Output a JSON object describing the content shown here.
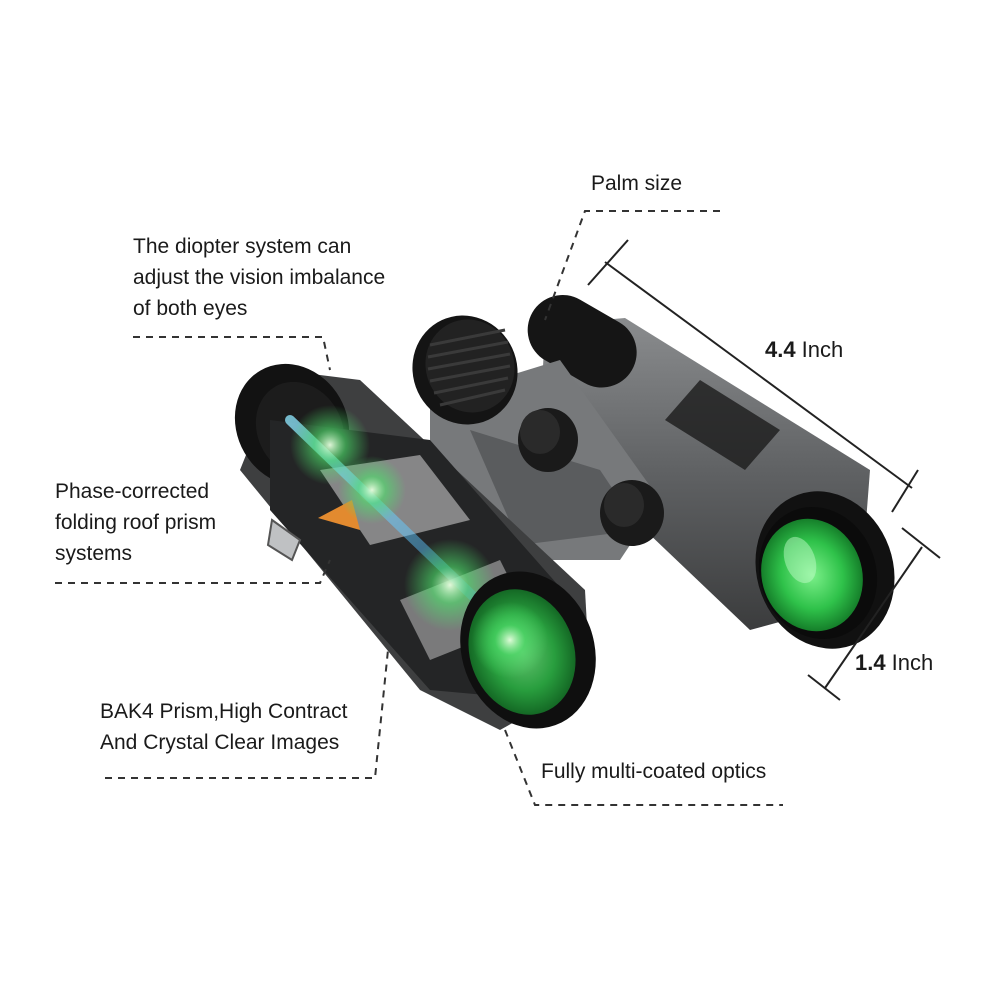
{
  "callouts": {
    "palm_size": "Palm size",
    "diopter": [
      "The diopter system can",
      "adjust the vision imbalance",
      "of both eyes"
    ],
    "prism_system": [
      "Phase-corrected",
      "folding roof prism",
      "systems"
    ],
    "bak4": [
      "BAK4 Prism,High Contract",
      "And Crystal Clear Images"
    ],
    "coated_optics": "Fully multi-coated optics"
  },
  "dimensions": {
    "length": {
      "value": "4.4",
      "unit": "Inch"
    },
    "diameter": {
      "value": "1.4",
      "unit": "Inch"
    }
  },
  "colors": {
    "lens_green": "#3ed35a",
    "body_gray": "#6e7072",
    "rubber_black": "#141414"
  }
}
